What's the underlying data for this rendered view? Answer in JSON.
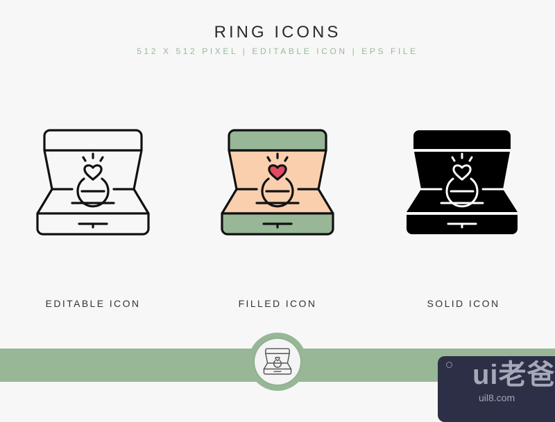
{
  "header": {
    "title": "RING ICONS",
    "subtitle": "512 X 512 PIXEL | EDITABLE ICON | EPS FILE"
  },
  "icons": [
    {
      "label": "EDITABLE ICON",
      "style": "outline",
      "icon": "ring-box-icon"
    },
    {
      "label": "FILLED ICON",
      "style": "filled",
      "icon": "ring-box-icon"
    },
    {
      "label": "SOLID ICON",
      "style": "solid",
      "icon": "ring-box-icon"
    }
  ],
  "colors": {
    "background": "#f7f7f7",
    "accent_green": "#97b797",
    "subtitle_green": "#9ab89a",
    "peach": "#f9cfae",
    "heart_red": "#e04b62",
    "stroke": "#111111",
    "watermark_bg": "#2c2f45"
  },
  "badge": {
    "icon": "ring-box-icon"
  },
  "watermark": {
    "logo": "ui老爸",
    "url": "uil8.com"
  }
}
